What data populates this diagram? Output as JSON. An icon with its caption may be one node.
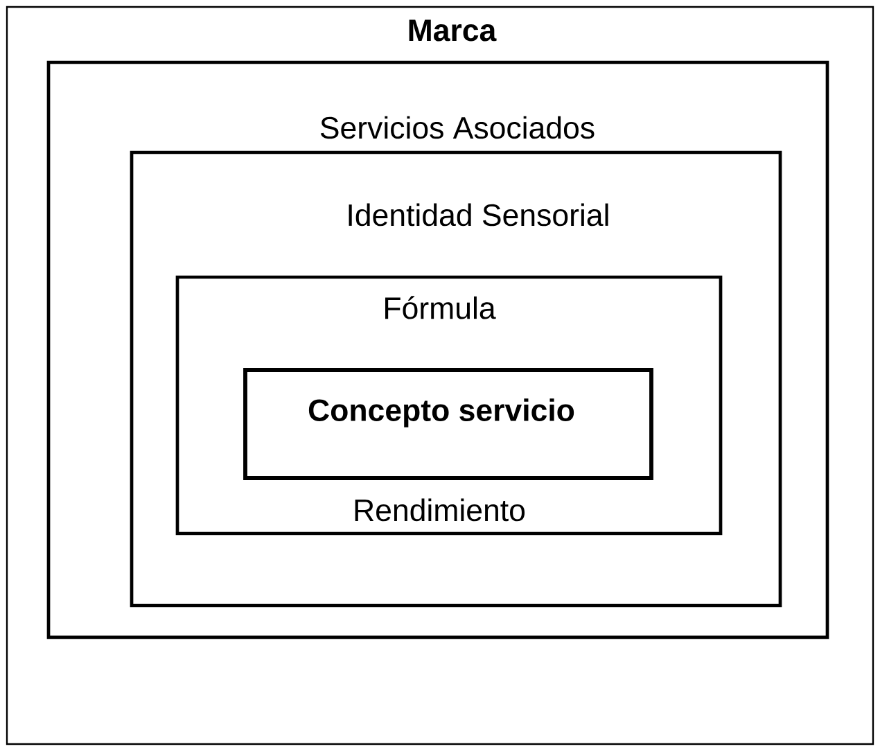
{
  "diagram": {
    "nodes": [
      {
        "text": [
          "Marca"
        ]
      },
      {
        "text": [
          "Servicios Asociados"
        ],
        "in": 0
      },
      {
        "text": [
          "Identidad Sensorial"
        ],
        "in": 1
      },
      {
        "text": [
          "Fórmula",
          "Rendimiento"
        ],
        "in": 2
      },
      {
        "text": [
          "Concepto servicio"
        ],
        "in": 3
      }
    ]
  }
}
